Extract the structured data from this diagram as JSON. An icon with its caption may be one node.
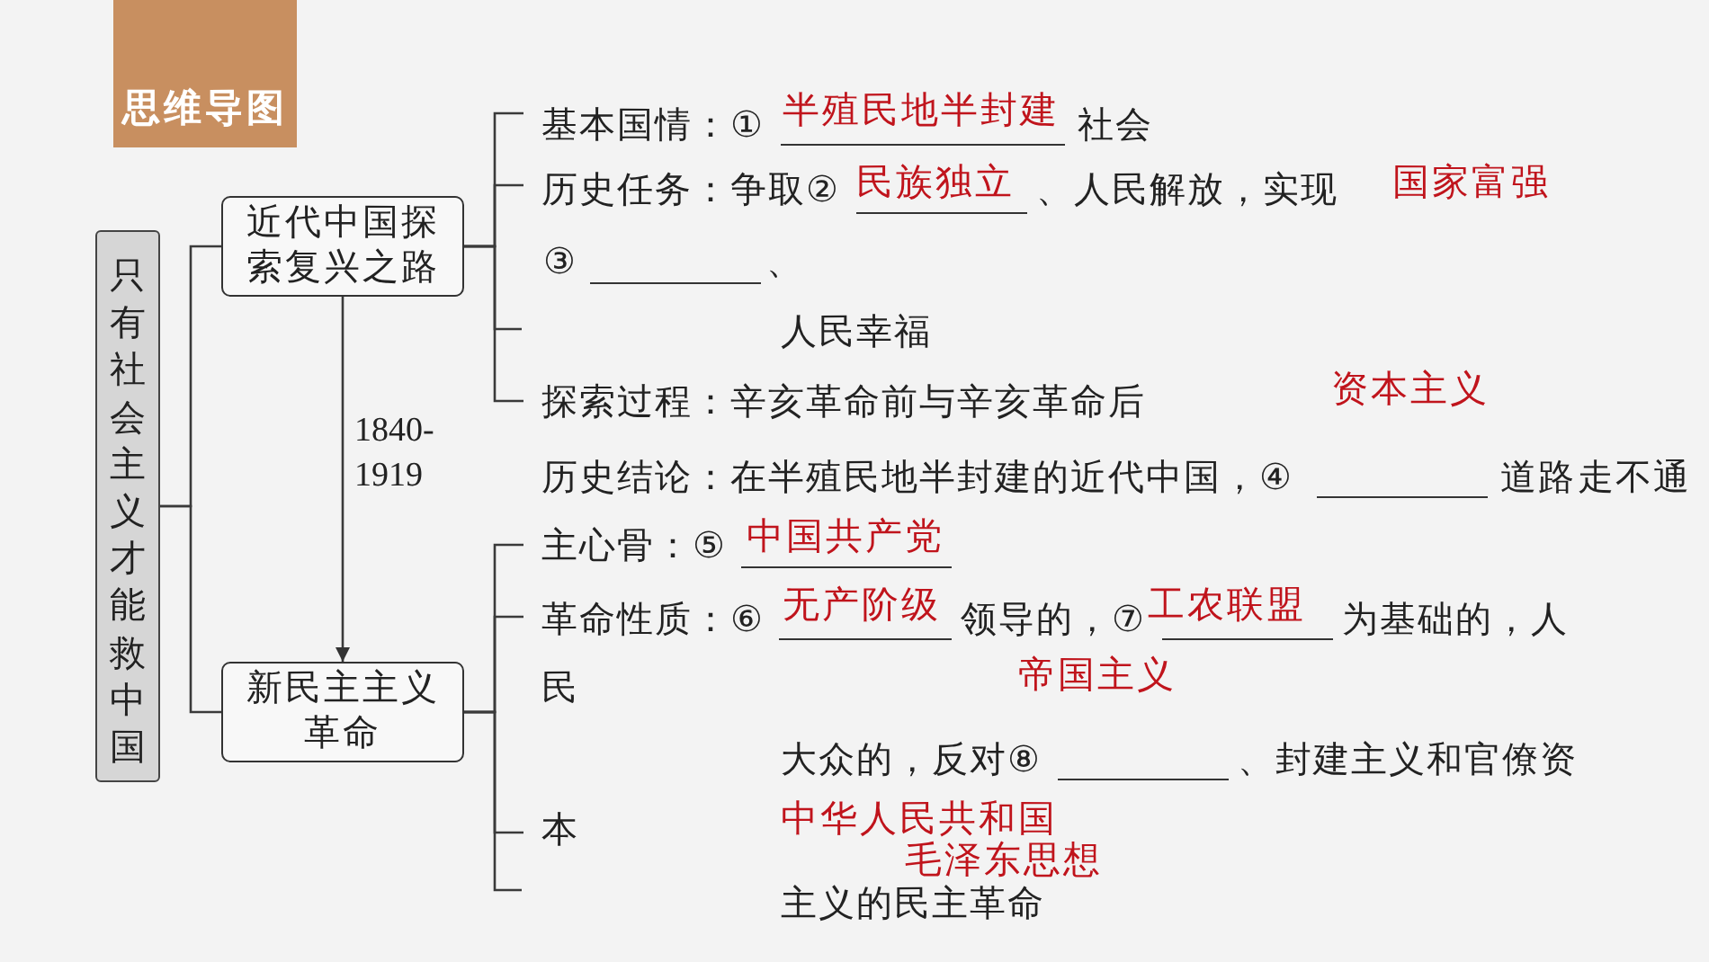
{
  "diagram": {
    "title": "思维导图",
    "nodes": [
      {
        "text": [
          "只有社会主义才能救中国"
        ]
      },
      {
        "text": [
          "近代中国探索复兴之路"
        ]
      },
      {
        "text": [
          "新民主主义革命"
        ]
      },
      {
        "text": [
          "基本国情：①",
          "社会"
        ]
      },
      {
        "text": [
          "历史任务：争取②",
          "、人民解放，实现"
        ]
      },
      {
        "text": [
          "探索过程：辛亥革命前与辛亥革命后"
        ]
      },
      {
        "text": [
          "主心骨：⑤"
        ]
      },
      {
        "text": [
          "革命性质：⑥",
          "领导的，⑦",
          "为基础的，人"
        ]
      },
      {
        "text": [
          "本"
        ]
      }
    ],
    "edges": [
      {
        "from": 0,
        "to": 1,
        "arrow": "none"
      },
      {
        "from": 0,
        "to": 2,
        "arrow": "none"
      },
      {
        "from": 1,
        "to": 2,
        "arrow": "to",
        "label": "1840-1919"
      },
      {
        "from": 1,
        "to": 3,
        "arrow": "none"
      },
      {
        "from": 1,
        "to": 4,
        "arrow": "none"
      },
      {
        "from": 1,
        "to": null,
        "arrow": "none"
      },
      {
        "from": 1,
        "to": 5,
        "arrow": "none"
      },
      {
        "from": 2,
        "to": 6,
        "arrow": "none"
      },
      {
        "from": 2,
        "to": 7,
        "arrow": "none"
      },
      {
        "from": 2,
        "to": 8,
        "arrow": "none"
      },
      {
        "from": 2,
        "to": null,
        "arrow": "none"
      }
    ],
    "labels": [
      "半殖民地半封建",
      "民族独立",
      "国家富强",
      "③",
      "、",
      "人民幸福",
      "资本主义",
      "历史结论：在半殖民地半封建的近代中国，④",
      "道路",
      "走不通",
      "中国共产党",
      "无产阶级",
      "工农联盟",
      "民",
      "帝国主义",
      "大众的，反对⑧",
      "、封建主义和官僚资",
      "中华人民共和国",
      "毛泽东思想",
      "主义的民主革命"
    ]
  }
}
